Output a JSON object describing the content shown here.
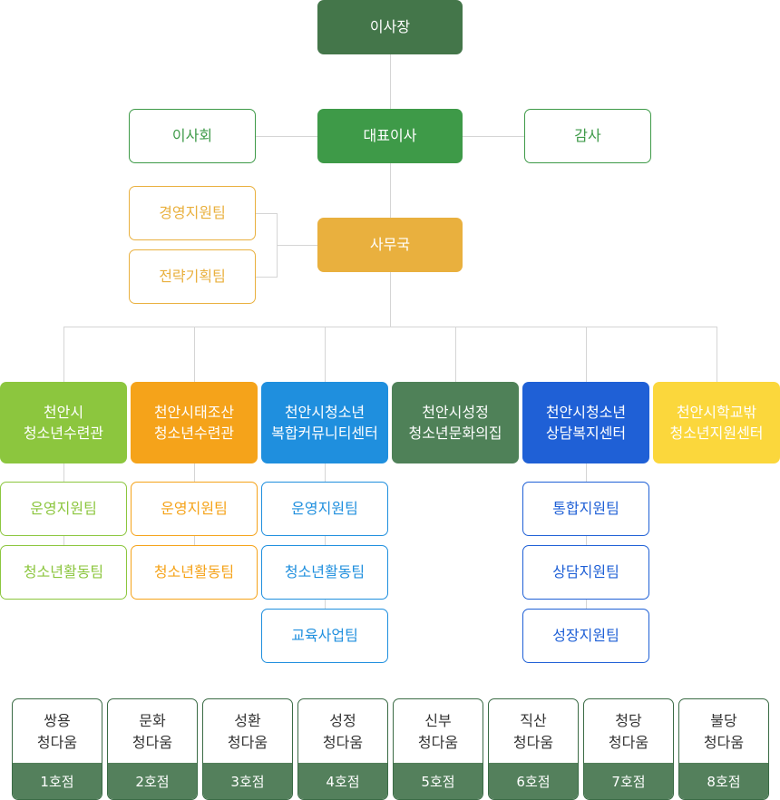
{
  "top": {
    "chairman": "이사장",
    "ceo": "대표이사",
    "board": "이사회",
    "auditor": "감사",
    "secretariat": "사무국",
    "secretariat_teams": [
      "경영지원팀",
      "전략기획팀"
    ]
  },
  "facilities": [
    {
      "name": "천안시\n청소년수련관",
      "color": "#8cc63e",
      "teams": [
        "운영지원팀",
        "청소년활동팀"
      ]
    },
    {
      "name": "천안시태조산\n청소년수련관",
      "color": "#f5a31a",
      "teams": [
        "운영지원팀",
        "청소년활동팀"
      ]
    },
    {
      "name": "천안시청소년\n복합커뮤니티센터",
      "color": "#1f8fde",
      "teams": [
        "운영지원팀",
        "청소년활동팀",
        "교육사업팀"
      ]
    },
    {
      "name": "천안시성정\n청소년문화의집",
      "color": "#4f8158",
      "teams": []
    },
    {
      "name": "천안시청소년\n상담복지센터",
      "color": "#1f60d6",
      "teams": [
        "통합지원팀",
        "상담지원팀",
        "성장지원팀"
      ]
    },
    {
      "name": "천안시학교밖\n청소년지원센터",
      "color": "#fbd73c",
      "teams": []
    }
  ],
  "branches": [
    {
      "line1": "쌍용",
      "line2": "청다움",
      "no": "1호점"
    },
    {
      "line1": "문화",
      "line2": "청다움",
      "no": "2호점"
    },
    {
      "line1": "성환",
      "line2": "청다움",
      "no": "3호점"
    },
    {
      "line1": "성정",
      "line2": "청다움",
      "no": "4호점"
    },
    {
      "line1": "신부",
      "line2": "청다움",
      "no": "5호점"
    },
    {
      "line1": "직산",
      "line2": "청다움",
      "no": "6호점"
    },
    {
      "line1": "청당",
      "line2": "청다움",
      "no": "7호점"
    },
    {
      "line1": "불당",
      "line2": "청다움",
      "no": "8호점"
    }
  ],
  "colors": {
    "chairman": "#44764a",
    "ceo": "#3e9a48",
    "outline_green": "#3e9a48",
    "secretariat": "#e9b03e",
    "outline_gold": "#e9b03e",
    "connector": "#d5d5d5",
    "branch_footer": "#54805c"
  }
}
